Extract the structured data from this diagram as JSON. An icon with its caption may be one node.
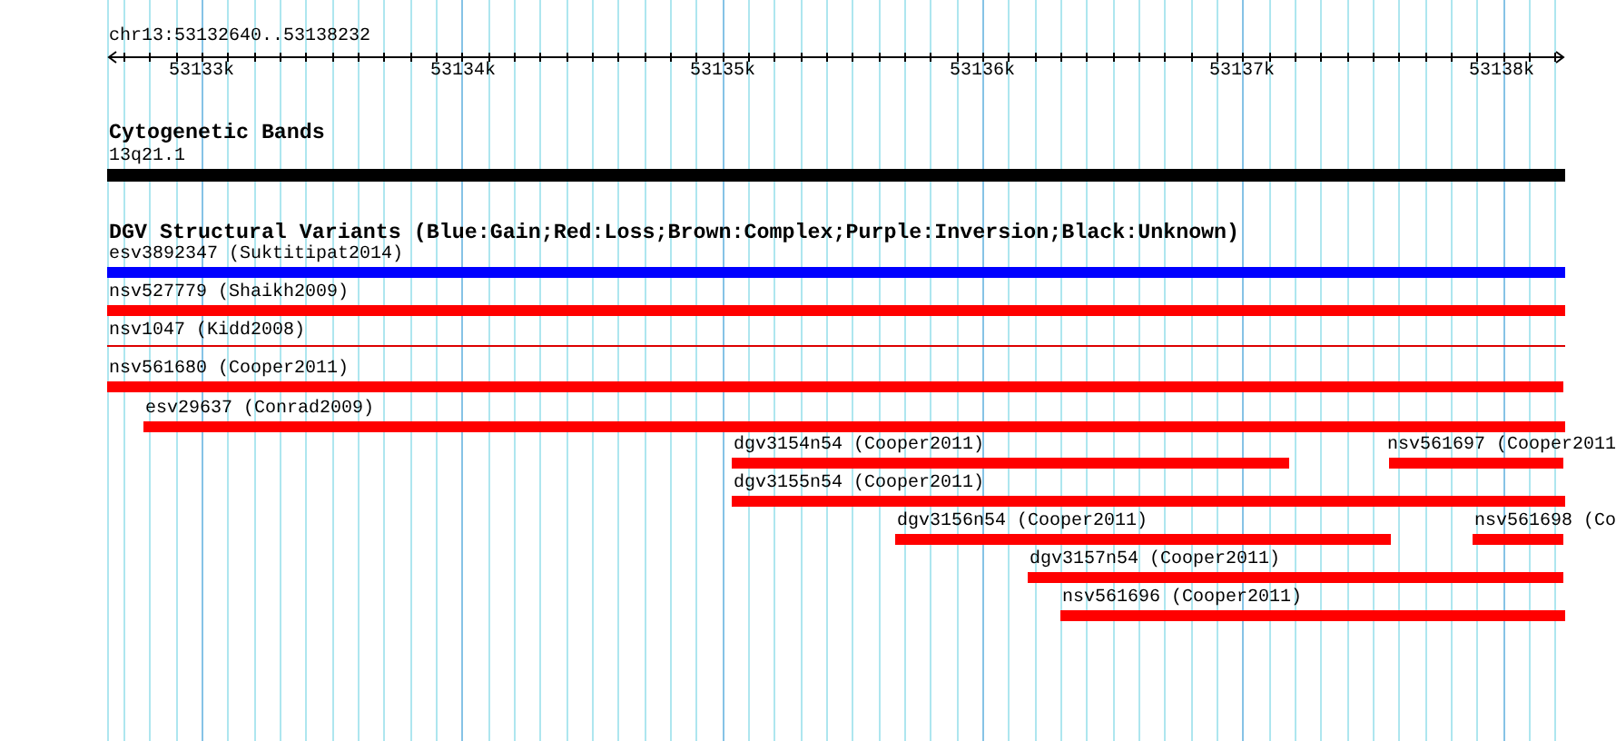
{
  "diagram": {
    "nodes": [
      {
        "text": [
          "13q21.1"
        ]
      },
      {
        "text": [
          "esv3892347 (Suktitipat2014)"
        ]
      },
      {
        "text": [
          "nsv527779 (Shaikh2009)"
        ]
      },
      {
        "text": [
          "nsv1047 (Kidd2008)"
        ]
      },
      {
        "text": [
          "nsv561680 (Cooper2011)"
        ]
      },
      {
        "text": [
          "esv29637 (Conrad2009)"
        ]
      },
      {
        "text": [
          "dgv3154n54 (Cooper2011)"
        ]
      },
      {
        "text": [
          "nsv561697 (Cooper2011"
        ]
      },
      {
        "text": [
          "dgv3155n54 (Cooper2011)"
        ]
      },
      {
        "text": [
          "dgv3156n54 (Cooper2011)"
        ]
      },
      {
        "text": [
          "nsv561698 (Co"
        ]
      },
      {
        "text": [
          "dgv3157n54 (Cooper2011)"
        ]
      },
      {
        "text": [
          "nsv561696 (Cooper2011)"
        ]
      }
    ],
    "labels": [
      "chr13:53132640..53138232",
      "53133k",
      "53134k",
      "53135k",
      "53136k",
      "53137k",
      "53138k",
      "Cytogenetic Bands",
      "DGV Structural Variants (Blue:Gain;Red:Loss;Brown:Complex;Purple:Inversion;Black:Unknown)"
    ]
  }
}
